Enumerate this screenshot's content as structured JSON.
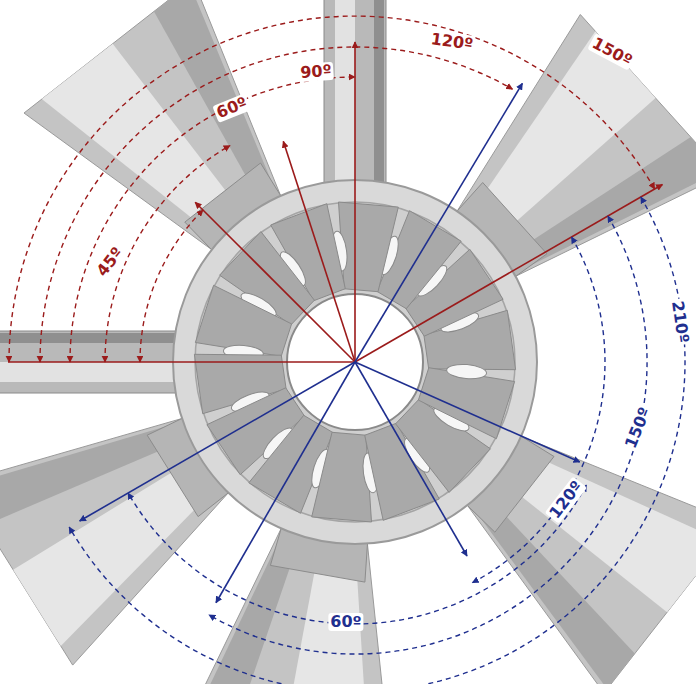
{
  "diagram": {
    "labels": [
      "120º",
      "90º",
      "60º",
      "45º",
      "150º",
      "210º",
      "150º",
      "120º",
      "60º"
    ]
  }
}
